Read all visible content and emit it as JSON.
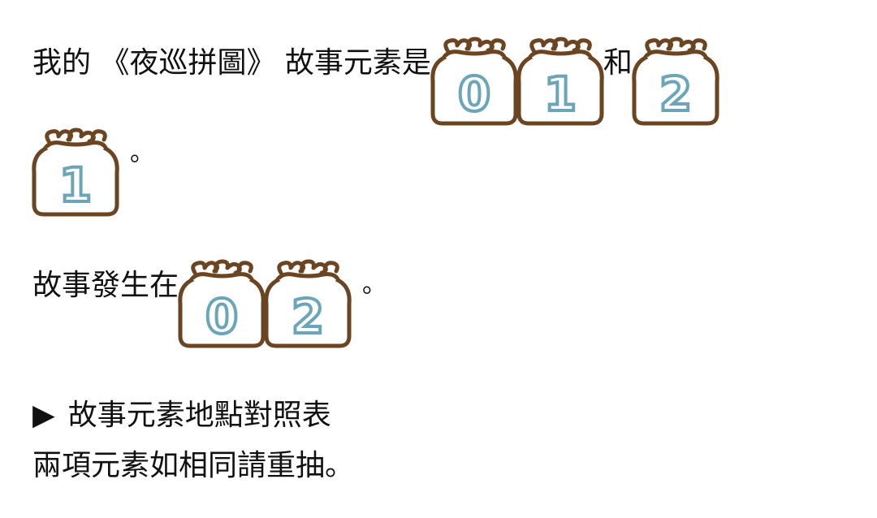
{
  "paragraph1": {
    "text": "我的 《夜巡拼圖》 故事元素是",
    "tiles": [
      "0",
      "1"
    ],
    "conjunction": "和",
    "tiles_after": [
      "2"
    ],
    "line2_tiles": [
      "1"
    ],
    "end": "。"
  },
  "paragraph2": {
    "text": "故事發生在",
    "tiles": [
      "0",
      "2"
    ],
    "end": "。"
  },
  "reference": {
    "arrow": "▶",
    "label": "故事元素地點對照表"
  },
  "note": "兩項元素如相同請重抽。",
  "colors": {
    "tile_border": "#6b4522",
    "digit_stroke": "#6aa6b8",
    "digit_fill": "#ffffff"
  }
}
